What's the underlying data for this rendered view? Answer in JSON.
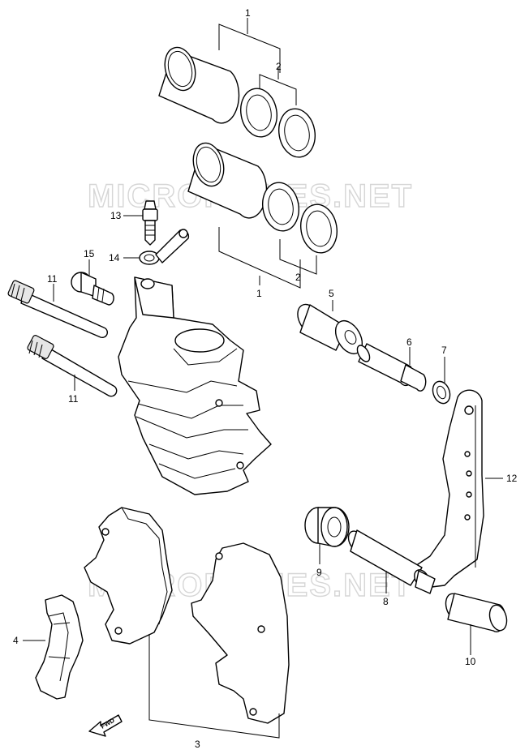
{
  "watermark": "MICROFICHES.NET",
  "fwd_label": "FWD",
  "callouts": {
    "c1_top": "1",
    "c2_top": "2",
    "c1_bottom": "1",
    "c2_bottom": "2",
    "c3": "3",
    "c4": "4",
    "c5": "5",
    "c6": "6",
    "c7": "7",
    "c8": "8",
    "c9": "9",
    "c10": "10",
    "c11_top": "11",
    "c11_bottom": "11",
    "c12": "12",
    "c13": "13",
    "c14": "14",
    "c15": "15"
  },
  "colors": {
    "line": "#000000",
    "watermark": "#d6d6d6",
    "background": "#ffffff"
  }
}
